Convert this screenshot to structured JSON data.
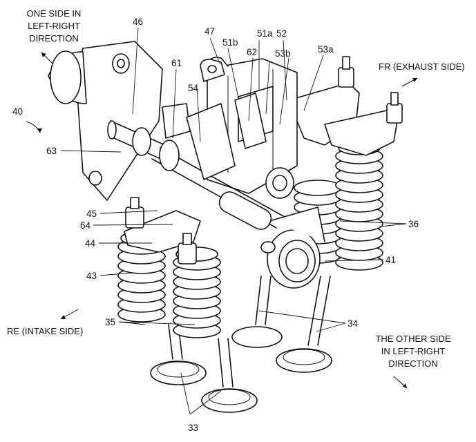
{
  "direction_labels": {
    "one_side": [
      "ONE SIDE IN",
      "LEFT-RIGHT",
      "DIRECTION"
    ],
    "other_side": [
      "THE OTHER SIDE",
      "IN LEFT-RIGHT",
      "DIRECTION"
    ],
    "front": "FR (EXHAUST SIDE)",
    "rear": "RE (INTAKE SIDE)"
  },
  "reference_numerals": {
    "n33": "33",
    "n34": "34",
    "n35": "35",
    "n36": "36",
    "n40": "40",
    "n41": "41",
    "n43": "43",
    "n44": "44",
    "n45": "45",
    "n46": "46",
    "n47": "47",
    "n51a": "51a",
    "n51b": "51b",
    "n52": "52",
    "n53a": "53a",
    "n53b": "53b",
    "n54": "54",
    "n61": "61",
    "n62": "62",
    "n63": "63",
    "n64": "64"
  }
}
